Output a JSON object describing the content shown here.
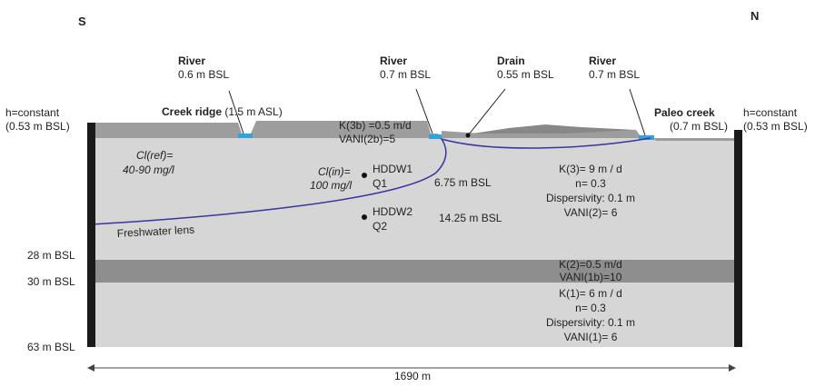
{
  "orientation": {
    "south": "S",
    "north": "N"
  },
  "boundaries": {
    "left_line1": "h=constant",
    "left_line2": "(0.53 m BSL)",
    "right_line1": "h=constant",
    "right_line2": "(0.53 m BSL)"
  },
  "features": {
    "river1_title": "River",
    "river1_level": "0.6 m BSL",
    "river2_title": "River",
    "river2_level": "0.7 m BSL",
    "drain_title": "Drain",
    "drain_level": "0.55 m BSL",
    "river3_title": "River",
    "river3_level": "0.7 m BSL",
    "creek_ridge_bold": "Creek ridge",
    "creek_ridge_rest": " (1.5 m ASL)",
    "paleo_line1": "Paleo creek",
    "paleo_line2": "(0.7 m BSL)"
  },
  "layers": {
    "top_k": "K(3b) =0.5 m/d",
    "top_vani": "VANI(2b)=5",
    "upper": {
      "k": "K(3)= 9 m / d",
      "n": "n= 0.3",
      "disp": "Dispersivity: 0.1 m",
      "vani": "VANI(2)= 6"
    },
    "middle": {
      "k": "K(2)=0.5 m/d",
      "vani": "VANI(1b)=10"
    },
    "lower": {
      "k": "K(1)= 6 m / d",
      "n": "n= 0.3",
      "disp": "Dispersivity: 0.1 m",
      "vani": "VANI(1)= 6"
    }
  },
  "chloride": {
    "ref_line1": "Cl(ref)=",
    "ref_line2": "40-90 mg/l",
    "in_line1": "Cl(in)=",
    "in_line2": "100 mg/l"
  },
  "wells": {
    "w1_name": "HDDW1",
    "w1_q": "Q1",
    "w1_depth": "6.75 m BSL",
    "w2_name": "HDDW2",
    "w2_q": "Q2",
    "w2_depth": "14.25 m BSL"
  },
  "freshwater_lens": "Freshwater lens",
  "depths": {
    "d28": "28 m BSL",
    "d30": "30 m BSL",
    "d63": "63 m BSL"
  },
  "length": "1690 m",
  "colors": {
    "aquifer": "#d6d6d6",
    "aquitard": "#8e8e8e",
    "top_layer": "#9d9d9d",
    "water": "#29a8e0",
    "lens": "#3a35a0",
    "boundary": "#1a1a1a"
  }
}
